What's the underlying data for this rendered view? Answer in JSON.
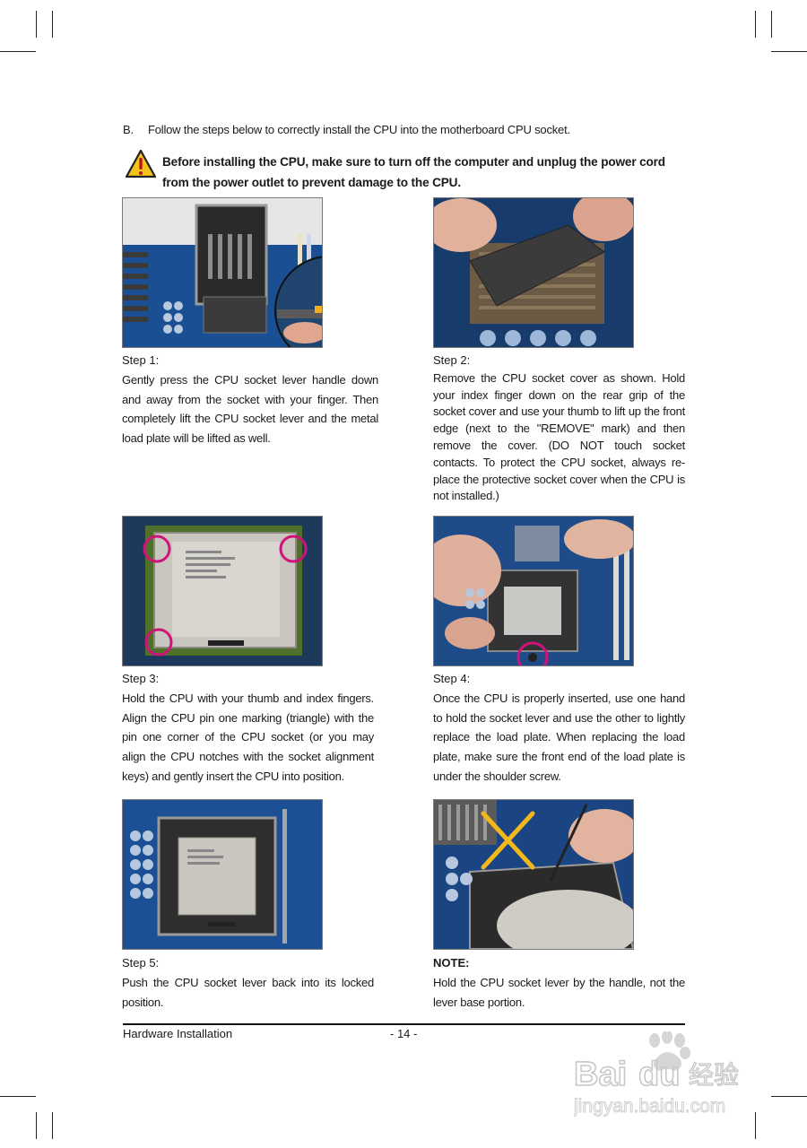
{
  "intro": {
    "marker": "B.",
    "text": "Follow the steps below to correctly install the CPU into the motherboard CPU socket."
  },
  "warning": {
    "icon": "warning-triangle-icon",
    "text": "Before installing the CPU, make sure to turn off the computer and unplug the power cord from the power outlet to prevent damage to the CPU."
  },
  "steps": [
    {
      "title": "Step 1:",
      "body": "Gently press the CPU socket lever handle down and away from the socket with your finger. Then completely lift the CPU socket lever and the metal load plate will be lifted as well."
    },
    {
      "title": "Step 2:",
      "body": "Remove the CPU socket cover as shown. Hold your index finger down on the rear grip of the socket cover and use your thumb to lift up the front edge (next to the \"REMOVE\" mark) and then remove the cover. (DO NOT touch socket contacts. To protect the CPU socket, always re-place the protective socket cover when the CPU is not installed.)"
    },
    {
      "title": "Step 3:",
      "body": "Hold the CPU with your thumb and index fingers. Align the CPU pin one marking (triangle) with the pin one corner of the CPU socket (or you may align the CPU notches with the socket alignment keys) and gently insert the CPU into position."
    },
    {
      "title": "Step 4:",
      "body": "Once the CPU is properly inserted, use one hand to hold the socket lever and use the other to lightly replace the load plate. When replacing the load plate, make sure the front end of the load plate is under the shoulder screw."
    },
    {
      "title": "Step 5:",
      "body": "Push the CPU socket lever back into its locked position."
    }
  ],
  "note": {
    "title": "NOTE:",
    "body": "Hold the CPU socket lever by the handle, not the lever base portion."
  },
  "footer": {
    "section": "Hardware Installation",
    "page": "- 14 -"
  },
  "watermark": {
    "brand": "Bai du 经验",
    "url": "jingyan.baidu.com"
  },
  "colors": {
    "highlight_circle": "#d0137a",
    "arrow": "#f0b020",
    "cross": "#f2b81c",
    "board_blue": "#1d4a8a"
  }
}
